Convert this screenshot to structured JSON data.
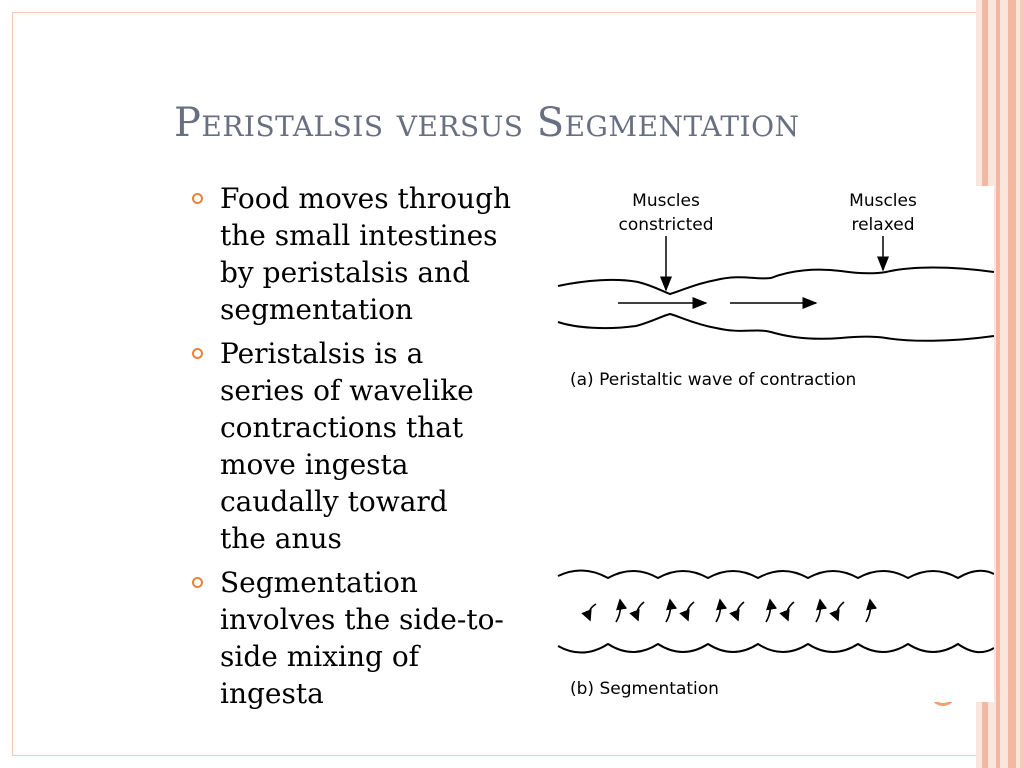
{
  "slide": {
    "title": "Peristalsis versus Segmentation",
    "bullets": [
      {
        "lines": [
          "Food moves through",
          "the small intestines",
          "by peristalsis and",
          "segmentation"
        ]
      },
      {
        "lines": [
          "Peristalsis is a",
          "series of wavelike",
          "contractions that",
          "move ingesta",
          "caudally toward",
          "the anus"
        ]
      },
      {
        "lines": [
          "Segmentation",
          "involves the side-to-",
          "side mixing of",
          "ingesta"
        ]
      }
    ]
  },
  "figure": {
    "label_constricted_1": "Muscles",
    "label_constricted_2": "constricted",
    "label_relaxed_1": "Muscles",
    "label_relaxed_2": "relaxed",
    "caption_a": "(a) Peristaltic wave of contraction",
    "caption_b": "(b) Segmentation"
  },
  "colors": {
    "accent": "#e8833c",
    "title": "#686f80",
    "stripe": "#f4b79f"
  }
}
